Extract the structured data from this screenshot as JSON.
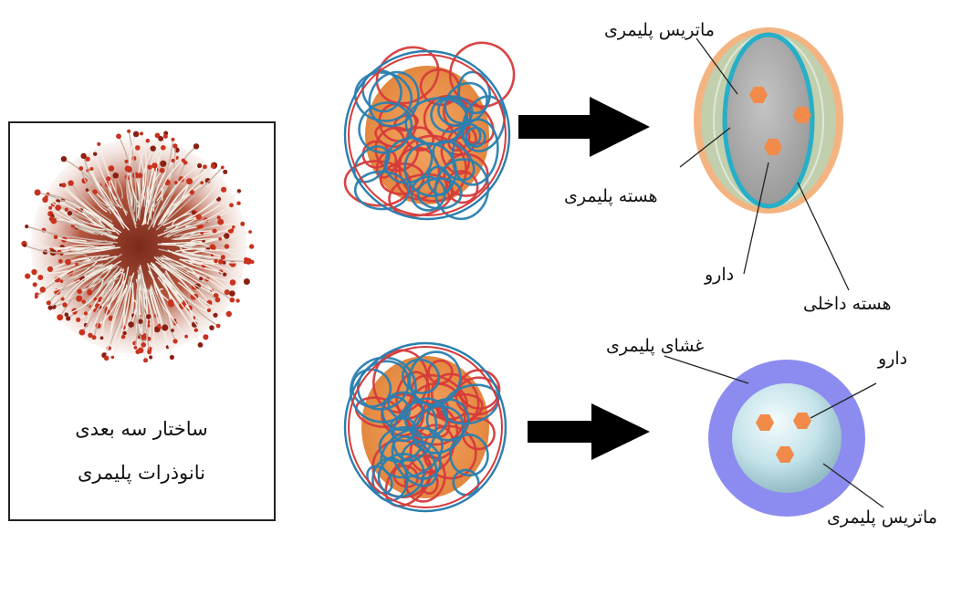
{
  "figure": {
    "left_panel": {
      "caption_line1": "ساختار سه بعدی",
      "caption_line2": "نانوذرات پلیمری"
    },
    "top_row": {
      "label_matrix": "ماتریس پلیمری",
      "label_shell": "هسته پلیمری",
      "label_drug": "دارو",
      "label_inner_core": "هسته داخلی"
    },
    "bottom_row": {
      "label_membrane": "غشای پلیمری",
      "label_drug": "دارو",
      "label_matrix": "ماتریس پلیمری"
    }
  },
  "colors": {
    "red_strand": "#d63b3b",
    "blue_strand": "#2a7fb0",
    "orange_core": "#f08a3a",
    "drug_hex": "#f28a4a",
    "outer_orange": "#f3b07a",
    "teal_ring": "#2ab0c8",
    "grey_core": "#a8a8a8",
    "membrane_blue": "#8c8cf0",
    "inner_sphere": "#bfe0e6",
    "arrow": "#000000"
  }
}
